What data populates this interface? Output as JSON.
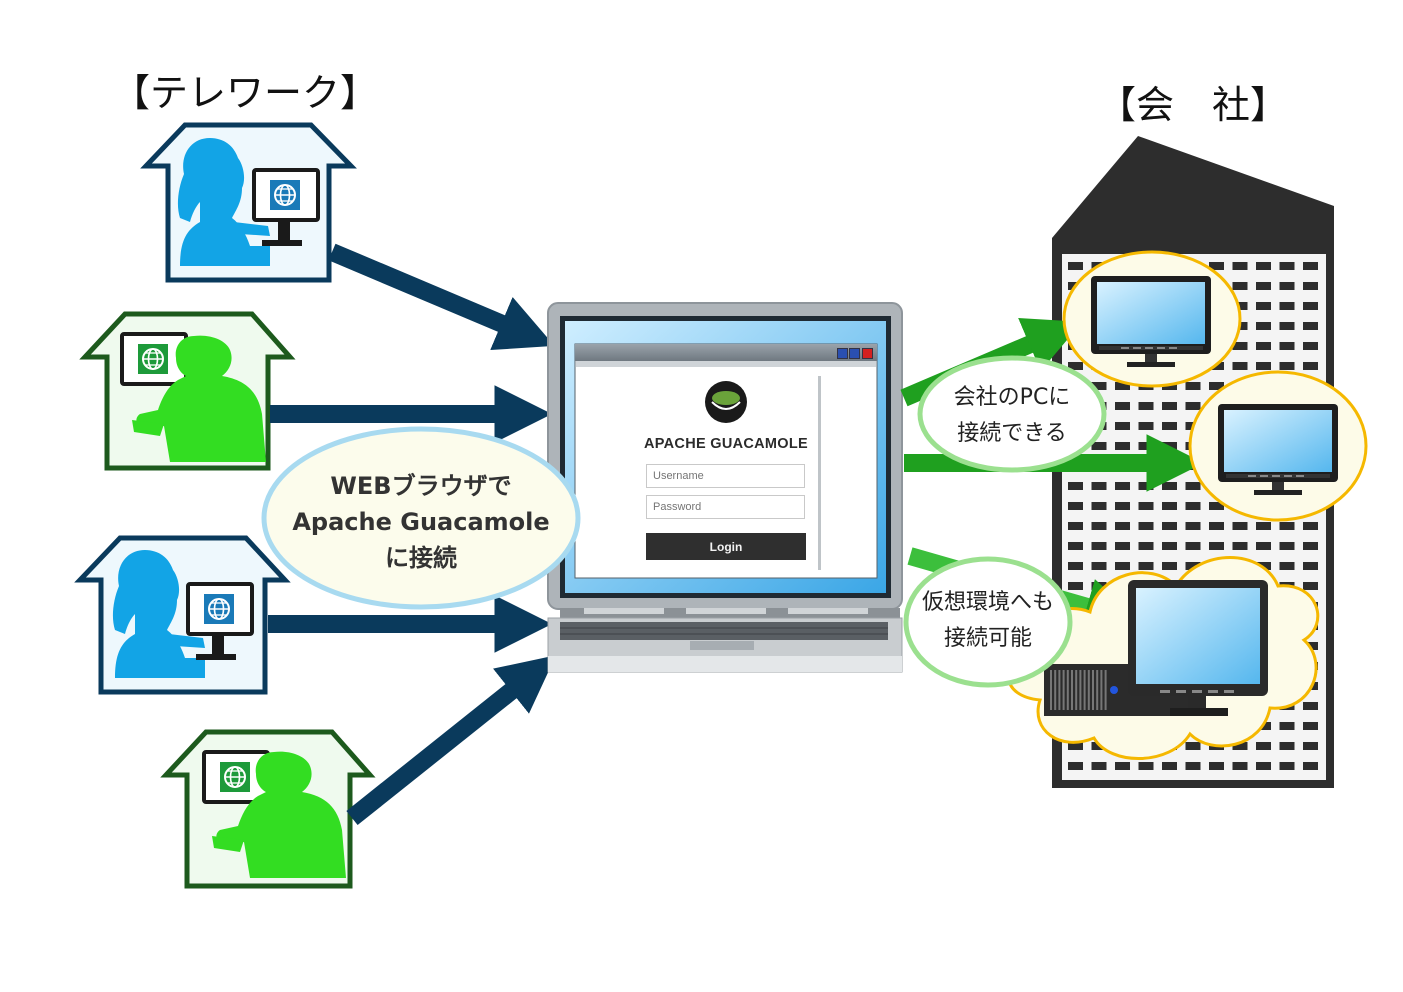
{
  "headings": {
    "telework": "【テレワーク】",
    "office": "【会　社】"
  },
  "bubbles": {
    "web": [
      "WEBブラウザで",
      "Apache Guacamole",
      "に接続"
    ],
    "pc": [
      "会社のPCに",
      "接続できる"
    ],
    "vm": [
      "仮想環境へも",
      "接続可能"
    ]
  },
  "login": {
    "title": "APACHE GUACAMOLE",
    "username_placeholder": "Username",
    "password_placeholder": "Password",
    "button": "Login"
  },
  "colors": {
    "navy_arrow": "#0a3a5c",
    "green_arrow": "#1fa01f",
    "blue_worker": "#12a4e6",
    "green_worker": "#33dd22",
    "building": "#2d2d2d",
    "bubble_yellow_border": "#f5b800",
    "bubble_green_border": "#9be08f",
    "web_bubble_border": "#a8daf0"
  },
  "icons": [
    "house-icon",
    "female-worker-icon",
    "male-worker-icon",
    "globe-icon",
    "laptop-icon",
    "building-icon",
    "monitor-icon",
    "server-icon",
    "cloud-icon",
    "guacamole-logo-icon"
  ]
}
